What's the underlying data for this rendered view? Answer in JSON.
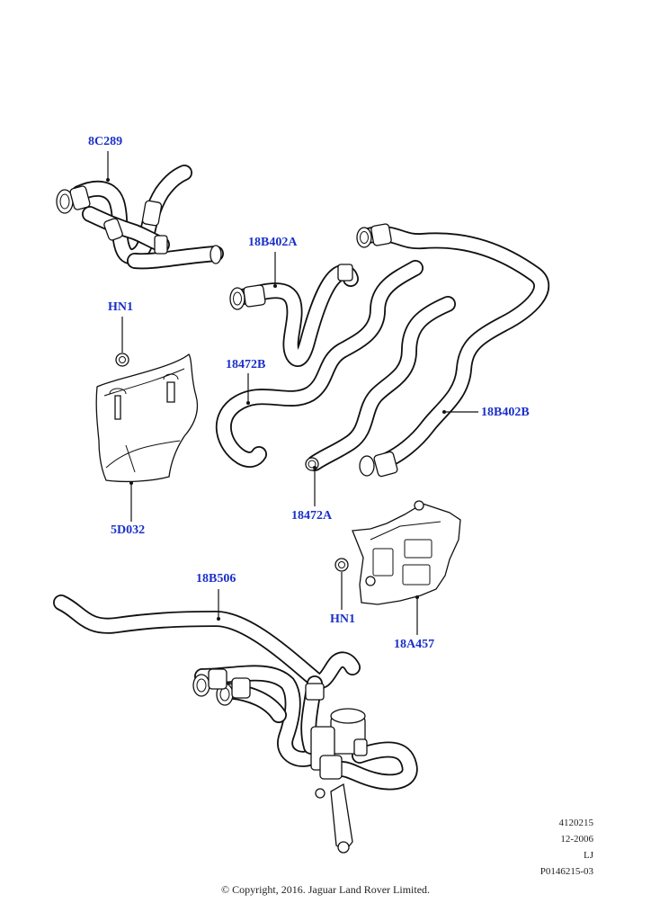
{
  "labels": {
    "p8c289": "8C289",
    "p18b402a": "18B402A",
    "hn1_top": "HN1",
    "p18472b": "18472B",
    "p18b402b": "18B402B",
    "p5d032": "5D032",
    "p18472a": "18472A",
    "p18b506": "18B506",
    "hn1_bottom": "HN1",
    "p18a457": "18A457"
  },
  "meta": {
    "ref": "4120215",
    "date": "12-2006",
    "author": "LJ",
    "drawing_no": "P0146215-03"
  },
  "copyright": "© Copyright, 2016. Jaguar Land Rover Limited.",
  "colors": {
    "label": "#1a30c8",
    "line": "#111111",
    "background": "#ffffff"
  }
}
